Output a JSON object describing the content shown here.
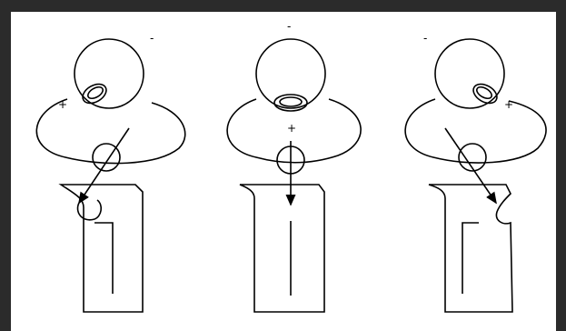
{
  "figure": {
    "background": "#2b2b2b",
    "panel_color": "#ffffff",
    "stroke_color": "#000000",
    "panels": [
      {
        "id": "left",
        "eye_sign": "-",
        "arc_sign": "+"
      },
      {
        "id": "center",
        "eye_sign": "-",
        "arc_sign": "+"
      },
      {
        "id": "right",
        "eye_sign": "-",
        "arc_sign": "+"
      }
    ]
  }
}
